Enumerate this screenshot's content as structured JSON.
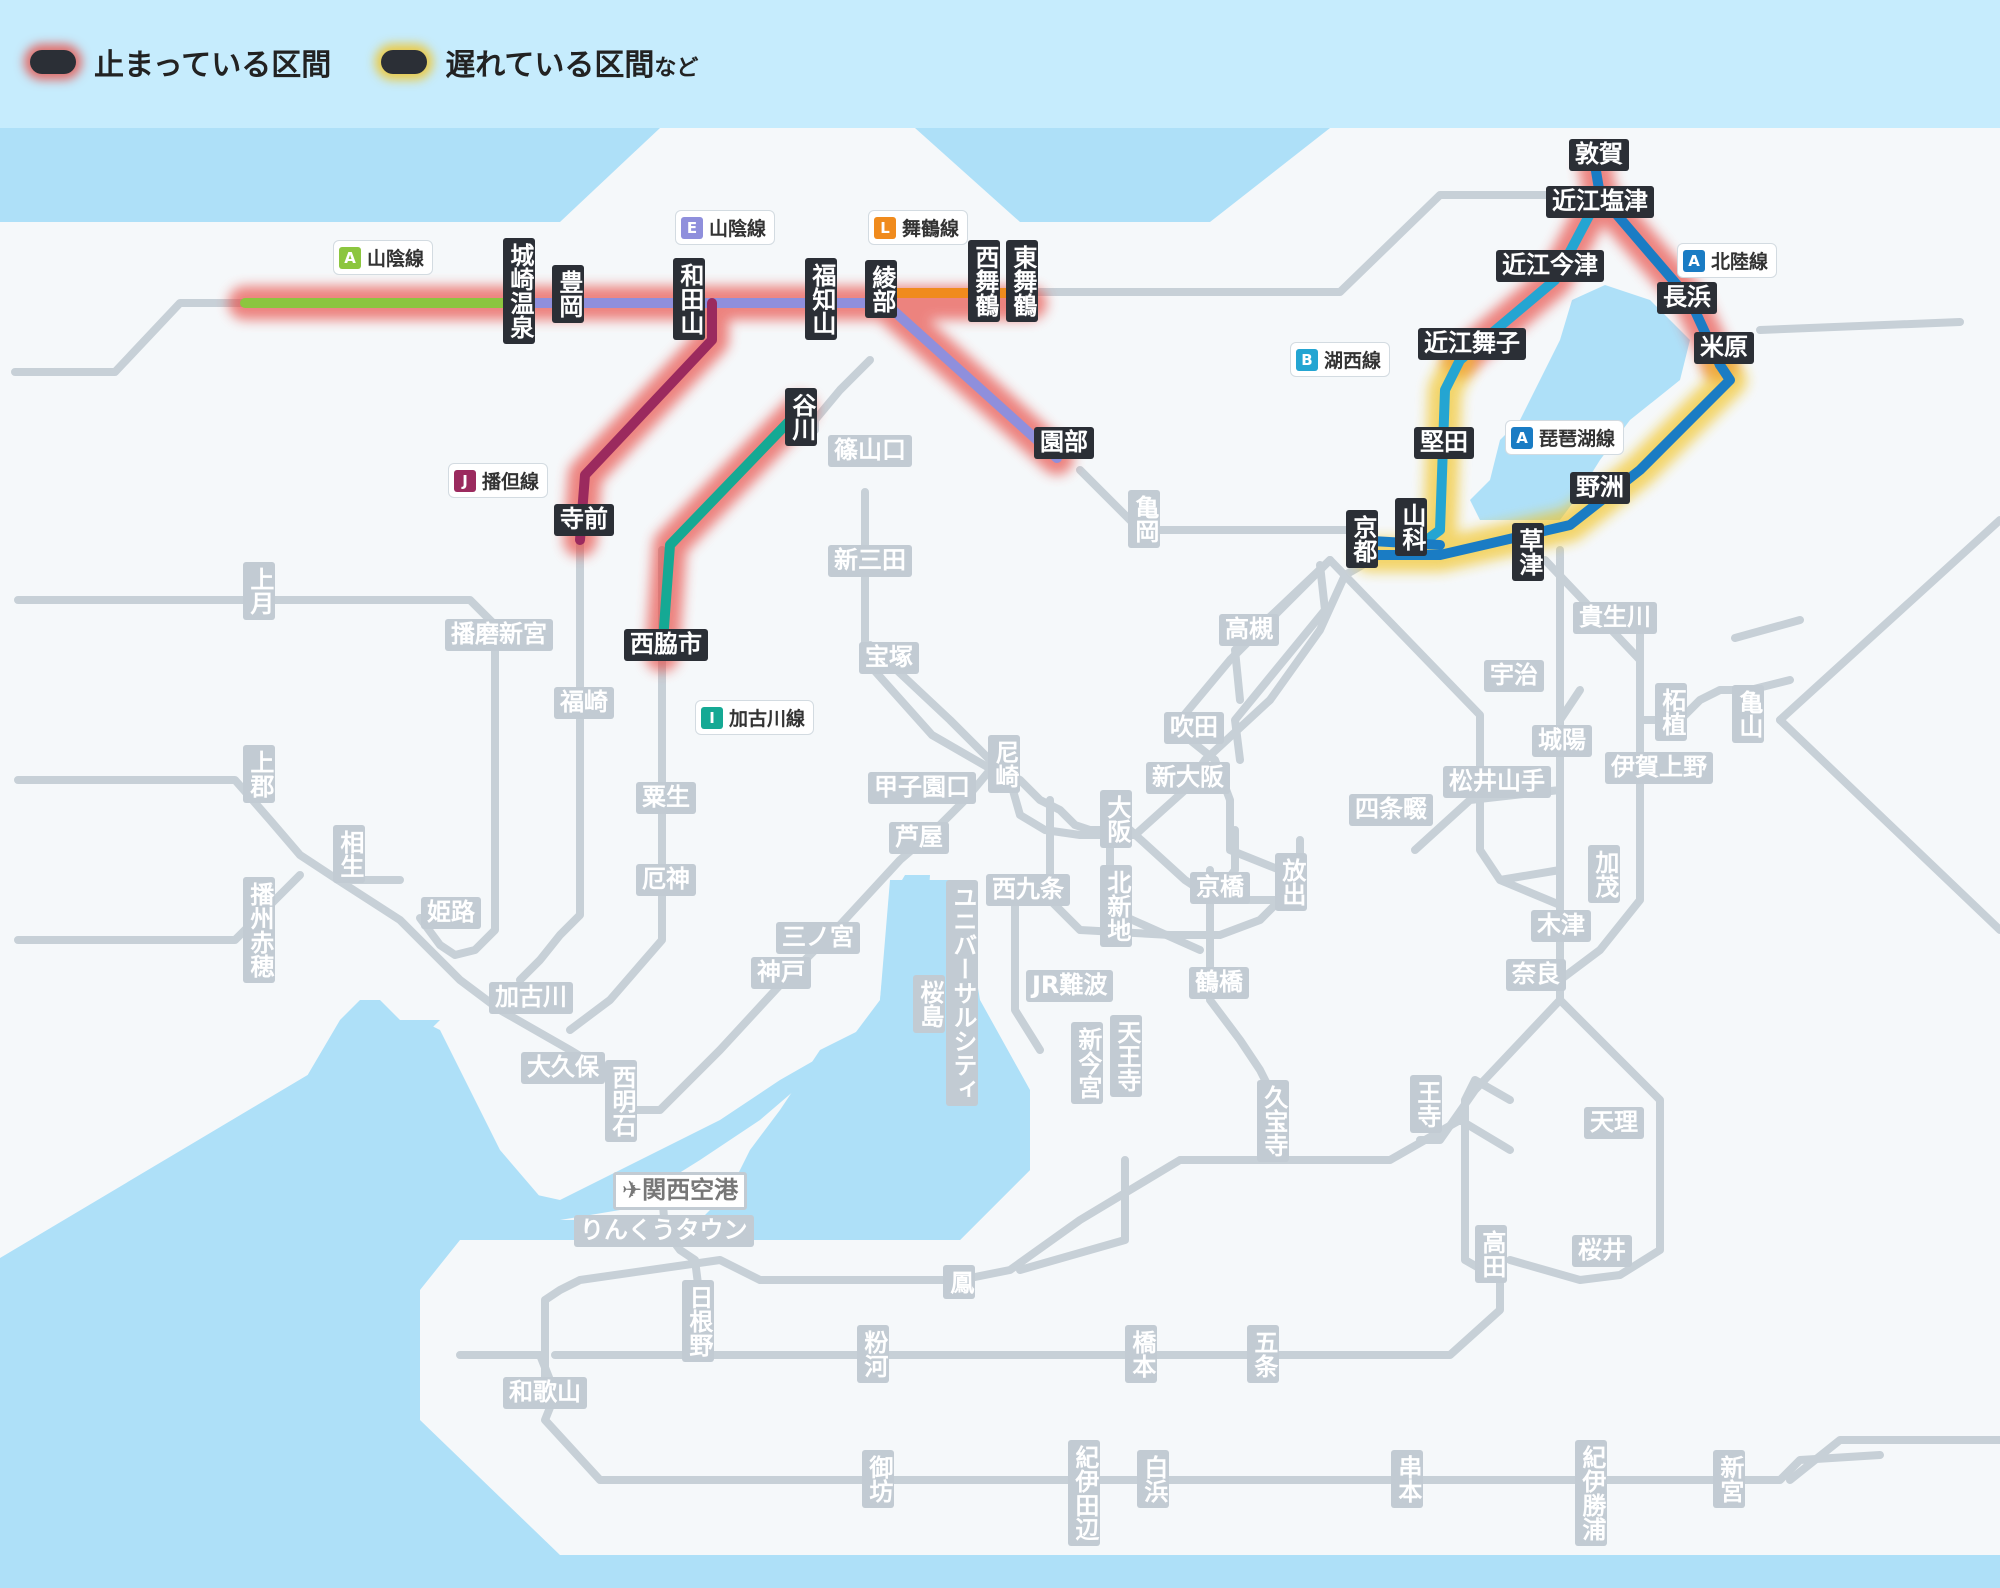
{
  "legend": {
    "stopped_label": "止まっている区間",
    "delayed_label": "遅れている区間",
    "delayed_suffix": "など",
    "stopped_color": "#e8453c",
    "delayed_color": "#f2c21b"
  },
  "colors": {
    "sea": "#aee0f8",
    "land": "#f5f8fa",
    "grey_line": "#c7d0d7",
    "sanin": "#8cc63f",
    "sanin_e": "#8f8fdc",
    "maizuru": "#f08b1d",
    "bantan": "#9b2a5e",
    "kakogawa": "#15a994",
    "hokuriku": "#1a7cc4",
    "kosei": "#24a5d2"
  },
  "line_labels": [
    {
      "id": "sanin-a",
      "badge": "A",
      "name": "山陰線",
      "badge_color": "#8cc63f"
    },
    {
      "id": "sanin-e",
      "badge": "E",
      "name": "山陰線",
      "badge_color": "#8f8fdc"
    },
    {
      "id": "maizuru",
      "badge": "L",
      "name": "舞鶴線",
      "badge_color": "#f08b1d"
    },
    {
      "id": "bantan",
      "badge": "J",
      "name": "播但線",
      "badge_color": "#9b2a5e"
    },
    {
      "id": "kakogawa",
      "badge": "I",
      "name": "加古川線",
      "badge_color": "#15a994"
    },
    {
      "id": "hokuriku",
      "badge": "A",
      "name": "北陸線",
      "badge_color": "#1a7cc4"
    },
    {
      "id": "kosei",
      "badge": "B",
      "name": "湖西線",
      "badge_color": "#24a5d2"
    },
    {
      "id": "biwako",
      "badge": "A",
      "name": "琵琶湖線",
      "badge_color": "#1a7cc4"
    }
  ],
  "stations_dark": [
    "城崎温泉",
    "豊岡",
    "和田山",
    "福知山",
    "綾部",
    "西舞鶴",
    "東舞鶴",
    "寺前",
    "谷川",
    "西脇市",
    "園部",
    "敦賀",
    "近江塩津",
    "近江今津",
    "長浜",
    "米原",
    "近江舞子",
    "堅田",
    "山科",
    "京都",
    "草津",
    "野洲"
  ],
  "stations_grey": [
    "篠山口",
    "新三田",
    "宝塚",
    "亀岡",
    "高槻",
    "上月",
    "播磨新宮",
    "福崎",
    "上郡",
    "相生",
    "播州赤穂",
    "姫路",
    "粟生",
    "厄神",
    "加古川",
    "大久保",
    "西明石",
    "尼崎",
    "甲子園口",
    "芦屋",
    "三ノ宮",
    "神戸",
    "吹田",
    "新大阪",
    "大阪",
    "北新地",
    "西九条",
    "桜島",
    "ユニバーサルシティ",
    "京橋",
    "鶴橋",
    "JR難波",
    "新今宮",
    "天王寺",
    "放出",
    "四条畷",
    "松井山手",
    "宇治",
    "城陽",
    "貴生川",
    "柘植",
    "亀山",
    "伊賀上野",
    "加茂",
    "木津",
    "奈良",
    "王寺",
    "久宝寺",
    "天理",
    "高田",
    "桜井",
    "関西空港",
    "りんくうタウン",
    "日根野",
    "鳳",
    "和歌山",
    "粉河",
    "橋本",
    "五条",
    "御坊",
    "紀伊田辺",
    "白浜",
    "串本",
    "紀伊勝浦",
    "新宮"
  ]
}
